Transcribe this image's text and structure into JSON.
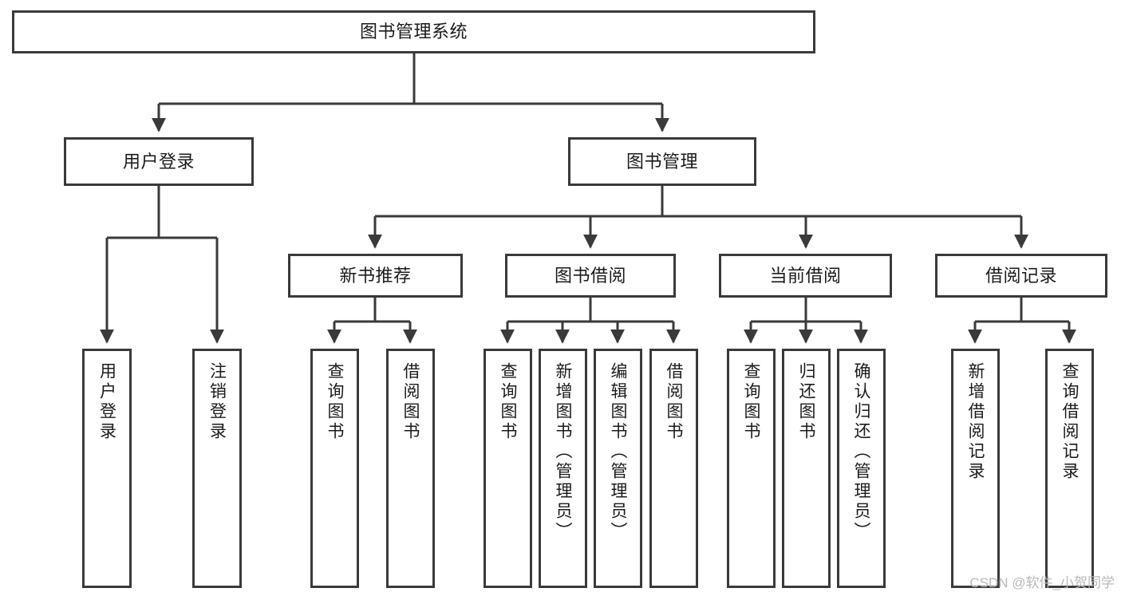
{
  "diagram": {
    "title": "图书管理系统",
    "type": "tree",
    "root": {
      "label": "图书管理系统"
    },
    "level1": [
      {
        "label": "用户登录"
      },
      {
        "label": "图书管理"
      }
    ],
    "level2": [
      {
        "label": "新书推荐"
      },
      {
        "label": "图书借阅"
      },
      {
        "label": "当前借阅"
      },
      {
        "label": "借阅记录"
      }
    ],
    "leaves": {
      "user_login": [
        {
          "label": "用户登录"
        },
        {
          "label": "注销登录"
        }
      ],
      "new_book_recommend": [
        {
          "label": "查询图书"
        },
        {
          "label": "借阅图书"
        }
      ],
      "book_borrow": [
        {
          "label": "查询图书"
        },
        {
          "label": "新增图书（管理员）"
        },
        {
          "label": "编辑图书（管理员）"
        },
        {
          "label": "借阅图书"
        }
      ],
      "current_borrow": [
        {
          "label": "查询图书"
        },
        {
          "label": "归还图书"
        },
        {
          "label": "确认归还（管理员）"
        }
      ],
      "borrow_record": [
        {
          "label": "新增借阅记录"
        },
        {
          "label": "查询借阅记录"
        }
      ]
    }
  },
  "watermark": {
    "text": "CSDN @软件_小贺同学"
  },
  "colors": {
    "border": "#3a3a3a",
    "text": "#1b1b1b",
    "background": "#ffffff",
    "watermark": "#b9b9b9"
  }
}
